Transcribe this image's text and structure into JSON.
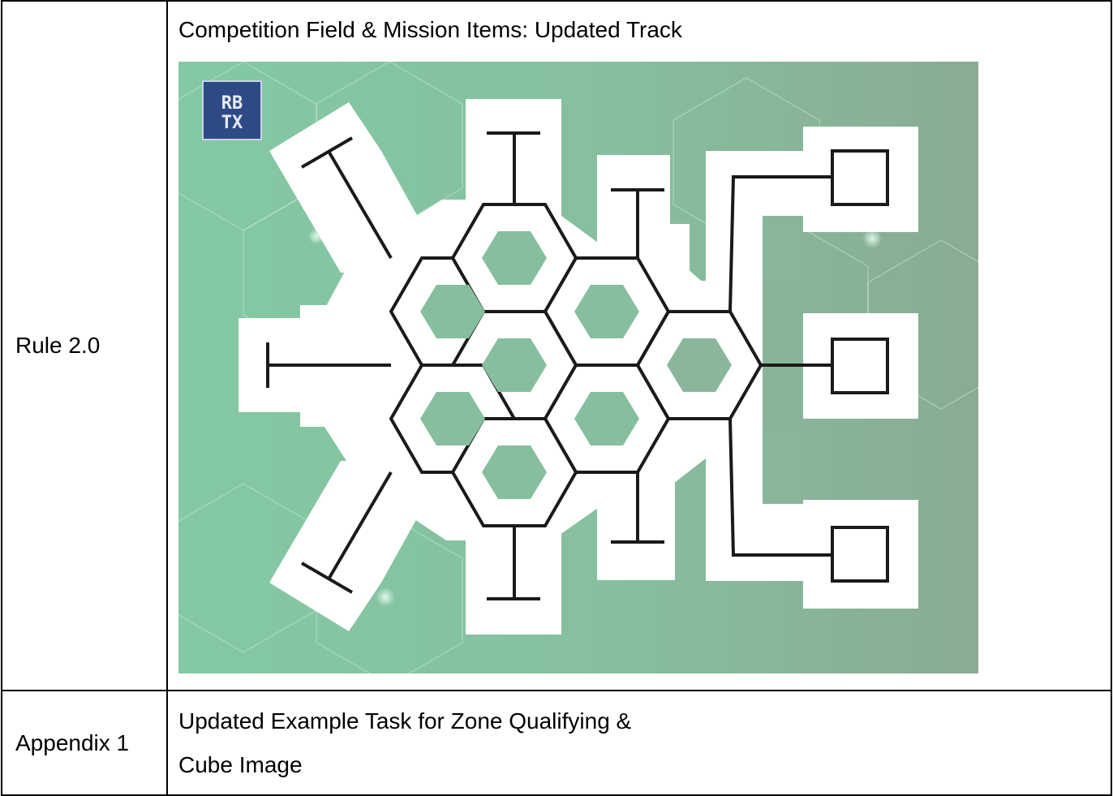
{
  "rows": [
    {
      "label": "Rule 2.0",
      "heading": "Competition Field & Mission Items: Updated Track"
    },
    {
      "label": "Appendix 1",
      "lines": [
        "Updated Example Task for Zone Qualifying &",
        "Cube Image"
      ]
    }
  ],
  "field": {
    "logo_text": "RBTX",
    "colors": {
      "background_left": "#84c9a4",
      "background_right": "#8aad96",
      "track": "#ffffff",
      "line": "#1a1a1a",
      "logo_bg": "#2e4a86"
    }
  }
}
